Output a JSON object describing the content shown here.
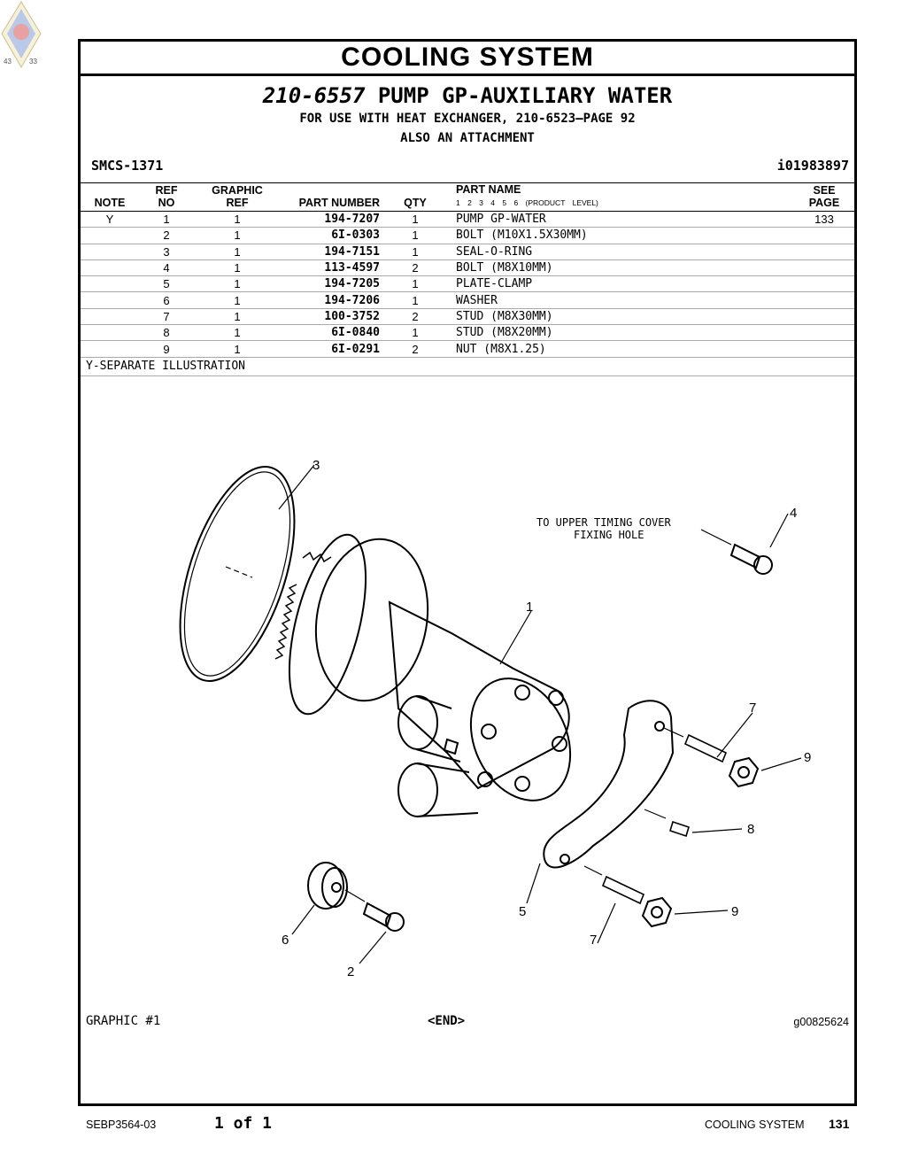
{
  "logo": {
    "left_num": "43",
    "right_num": "33",
    "icon": "diamond-emblem-icon"
  },
  "section_title": "COOLING SYSTEM",
  "group": {
    "number": "210-6557",
    "name": "PUMP GP-AUXILIARY WATER",
    "use_line": "FOR USE WITH HEAT EXCHANGER, 210-6523—PAGE 92",
    "use_line2": "ALSO AN ATTACHMENT"
  },
  "smcs": "SMCS-1371",
  "illustration_id": "i01983897",
  "columns": {
    "note": "NOTE",
    "ref_top": "REF",
    "ref_bottom": "NO",
    "graphic_top": "GRAPHIC",
    "graphic_bottom": "REF",
    "part_number": "PART NUMBER",
    "qty": "QTY",
    "part_name": "PART NAME",
    "levels": "1 2 3 4 5 6 (PRODUCT LEVEL)",
    "see_top": "SEE",
    "see_bottom": "PAGE"
  },
  "rows": [
    {
      "note": "Y",
      "ref": "1",
      "gref": "1",
      "pn": "194-7207",
      "qty": "1",
      "name": "PUMP GP-WATER",
      "see": "133"
    },
    {
      "note": "",
      "ref": "2",
      "gref": "1",
      "pn": "6I-0303",
      "qty": "1",
      "name": "BOLT (M10X1.5X30MM)",
      "see": ""
    },
    {
      "note": "",
      "ref": "3",
      "gref": "1",
      "pn": "194-7151",
      "qty": "1",
      "name": "SEAL-O-RING",
      "see": ""
    },
    {
      "note": "",
      "ref": "4",
      "gref": "1",
      "pn": "113-4597",
      "qty": "2",
      "name": "BOLT (M8X10MM)",
      "see": ""
    },
    {
      "note": "",
      "ref": "5",
      "gref": "1",
      "pn": "194-7205",
      "qty": "1",
      "name": "PLATE-CLAMP",
      "see": ""
    },
    {
      "note": "",
      "ref": "6",
      "gref": "1",
      "pn": "194-7206",
      "qty": "1",
      "name": "WASHER",
      "see": ""
    },
    {
      "note": "",
      "ref": "7",
      "gref": "1",
      "pn": "100-3752",
      "qty": "2",
      "name": "STUD (M8X30MM)",
      "see": ""
    },
    {
      "note": "",
      "ref": "8",
      "gref": "1",
      "pn": "6I-0840",
      "qty": "1",
      "name": "STUD (M8X20MM)",
      "see": ""
    },
    {
      "note": "",
      "ref": "9",
      "gref": "1",
      "pn": "6I-0291",
      "qty": "2",
      "name": "NUT (M8X1.25)",
      "see": ""
    }
  ],
  "footnote": "Y-SEPARATE ILLUSTRATION",
  "drawing": {
    "callout_line1": "TO UPPER TIMING COVER",
    "callout_line2": "FIXING HOLE",
    "labels": [
      "3",
      "4",
      "1",
      "7",
      "9",
      "8",
      "9",
      "7",
      "5",
      "6",
      "2"
    ]
  },
  "graphic_label": "GRAPHIC #1",
  "end_label": "<END>",
  "graphic_id": "g00825624",
  "footer": {
    "doc": "SEBP3564-03",
    "page_of": "1 of 1",
    "section": "COOLING SYSTEM",
    "page": "131"
  }
}
